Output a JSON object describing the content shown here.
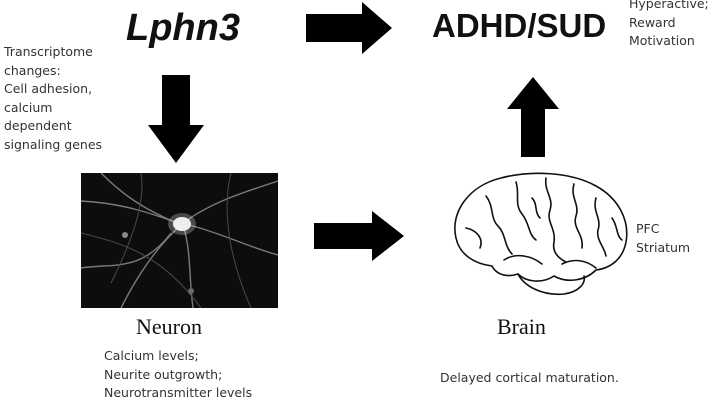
{
  "nodes": {
    "gene": "Lphn3",
    "disorder": "ADHD/SUD",
    "neuron_label": "Neuron",
    "brain_label": "Brain"
  },
  "annotations": {
    "behavior": [
      "Hyperactive;",
      "Reward",
      "Motivation"
    ],
    "transcriptome": [
      "Transcriptome",
      "changes:",
      "Cell adhesion,",
      "calcium",
      "dependent",
      "signaling genes"
    ],
    "brain_regions": [
      "PFC",
      "Striatum"
    ],
    "neuron_effects": [
      "Calcium levels;",
      "Neurite outgrowth;",
      "Neurotransmitter levels"
    ],
    "brain_effect": "Delayed cortical maturation."
  },
  "colors": {
    "arrow": "#000000",
    "text": "#1a1a1a",
    "micrograph_background": "#0d0d0d"
  },
  "images": {
    "neuron": "fluorescence-micrograph-of-neuron",
    "brain": "brain-line-drawing"
  }
}
